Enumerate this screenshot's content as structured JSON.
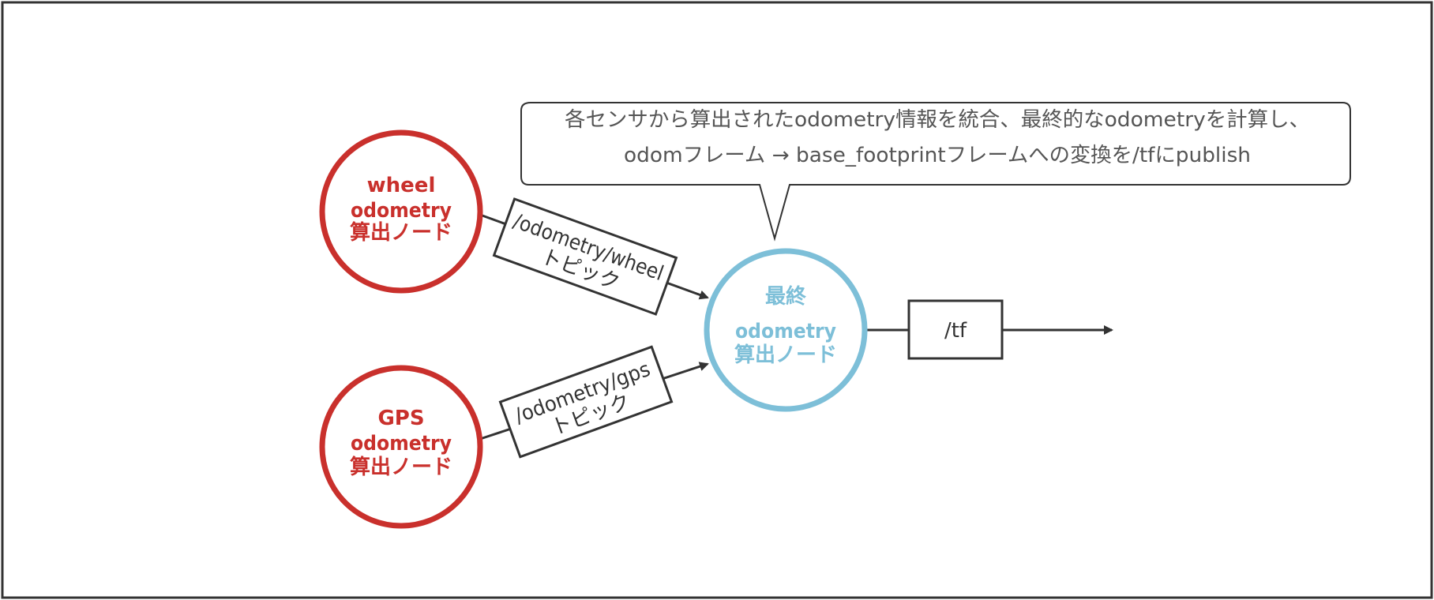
{
  "colors": {
    "frame": "#333333",
    "source_node": "#c9302c",
    "fusion_node": "#7dbfd8",
    "edge": "#333333",
    "box_text": "#333333",
    "callout_text": "#555555"
  },
  "nodes": {
    "wheel": {
      "line1": "wheel",
      "line2": "odometry",
      "line3": "算出ノード"
    },
    "gps": {
      "line1": "GPS",
      "line2": "odometry",
      "line3": "算出ノード"
    },
    "final": {
      "line1": "最終",
      "line2": "odometry",
      "line3": "算出ノード"
    }
  },
  "topics": {
    "wheel": {
      "line1": "/odometry/wheel",
      "line2": "トピック"
    },
    "gps": {
      "line1": "/odometry/gps",
      "line2": "トピック"
    },
    "tf": {
      "label": "/tf"
    }
  },
  "callout": {
    "line1": "各センサから算出されたodometry情報を統合、最終的なodometryを計算し、",
    "line2": "odomフレーム → base_footprintフレームへの変換を/tfにpublish"
  }
}
